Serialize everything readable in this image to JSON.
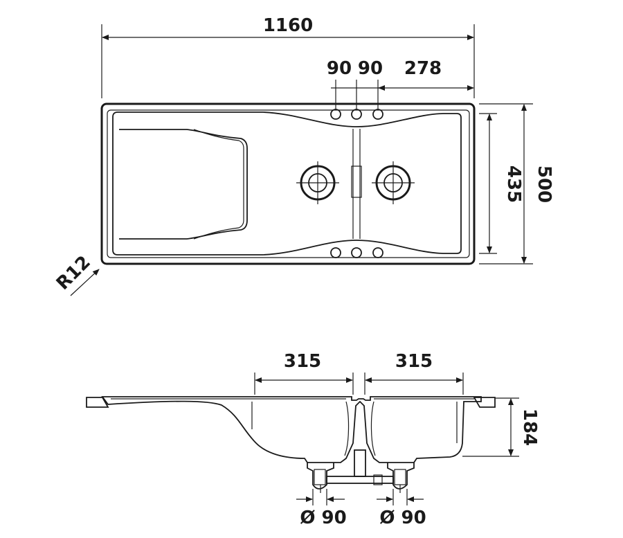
{
  "top_view": {
    "overall_width": "1160",
    "tap_hole_spacing_1": "90",
    "tap_hole_spacing_2": "90",
    "tap_hole_offset": "278",
    "inner_depth": "435",
    "overall_depth": "500",
    "corner_radius": "R12"
  },
  "section_view": {
    "left_bowl_width": "315",
    "right_bowl_width": "315",
    "bowl_depth": "184",
    "left_waste_diameter": "Ø 90",
    "right_waste_diameter": "Ø 90"
  },
  "colors": {
    "line": "#1a1a1a",
    "background": "#ffffff"
  }
}
